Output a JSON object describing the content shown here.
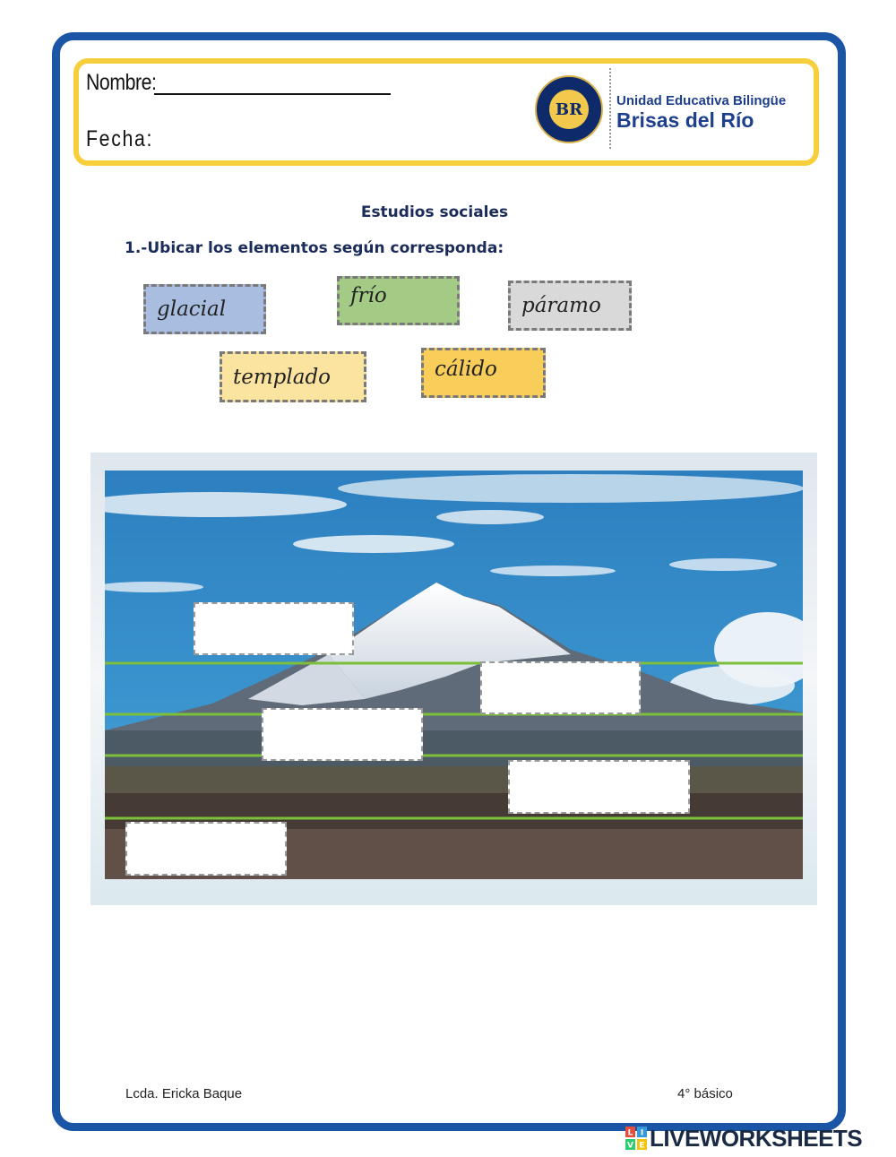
{
  "header": {
    "name_label": "Nombre:",
    "date_label": "Fecha:",
    "seal_initials": "BR",
    "school_line1": "Unidad Educativa Bilingüe",
    "school_line2": "Brisas del Río"
  },
  "subject": "Estudios sociales",
  "instruction": "1.-Ubicar los elementos según corresponda:",
  "words": [
    {
      "label": "glacial",
      "color": "#a9bde0"
    },
    {
      "label": "frío",
      "color": "#a3cb86"
    },
    {
      "label": "páramo",
      "color": "#d9d9d9"
    },
    {
      "label": "templado",
      "color": "#fbe3a0"
    },
    {
      "label": "cálido",
      "color": "#f8cd5a"
    }
  ],
  "drop_zones": [
    "drop-zone-1",
    "drop-zone-2",
    "drop-zone-3",
    "drop-zone-4",
    "drop-zone-5"
  ],
  "footer": {
    "teacher": "Lcda. Ericka Baque",
    "grade": "4° básico"
  },
  "brand": {
    "name": "LIVEWORKSHEETS",
    "icon_letters": [
      "L",
      "I",
      "V",
      "E"
    ]
  },
  "colors": {
    "frame": "#1b55a6",
    "header_border": "#f7cf3c",
    "band_line": "#7bbf3a",
    "title_text": "#1b2c5a"
  }
}
